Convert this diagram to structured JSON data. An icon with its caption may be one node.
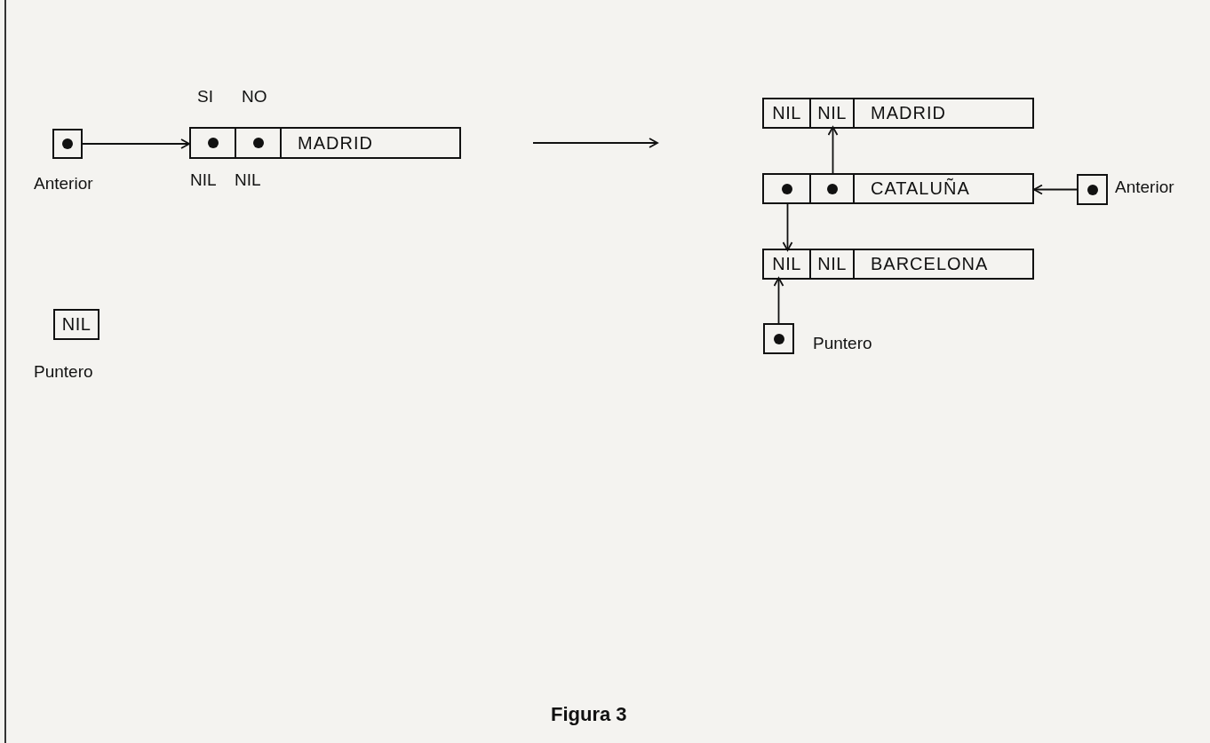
{
  "diagram": {
    "caption": "Figura 3",
    "nodes": [
      {
        "text": [],
        "shape": "box"
      },
      {
        "text": [],
        "shape": "box",
        "in": 0,
        "beside": [
          "SI",
          "NIL"
        ]
      },
      {
        "text": [],
        "shape": "box",
        "in": 0,
        "beside": [
          "NO",
          "NIL"
        ]
      },
      {
        "text": [
          "MADRID"
        ],
        "in": 0
      },
      {
        "text": [],
        "shape": "box",
        "beside": [
          "Anterior"
        ]
      },
      {
        "text": [
          "NIL"
        ],
        "beside": [
          "Puntero"
        ]
      },
      {
        "text": [],
        "shape": "box"
      },
      {
        "text": [
          "NIL"
        ],
        "in": 6
      },
      {
        "text": [
          "NIL"
        ],
        "in": 6
      },
      {
        "text": [
          "MADRID"
        ],
        "in": 6
      },
      {
        "text": [],
        "shape": "box"
      },
      {
        "text": [],
        "shape": "box",
        "in": 10
      },
      {
        "text": [],
        "shape": "box",
        "in": 10
      },
      {
        "text": [
          "CATALUÑA"
        ],
        "in": 10
      },
      {
        "text": [],
        "shape": "box",
        "beside": [
          "Anterior"
        ]
      },
      {
        "text": [],
        "shape": "box"
      },
      {
        "text": [
          "NIL"
        ],
        "in": 15
      },
      {
        "text": [
          "NIL"
        ],
        "in": 15
      },
      {
        "text": [
          "BARCELONA"
        ],
        "in": 15
      },
      {
        "text": [],
        "shape": "box",
        "beside": [
          "Puntero"
        ]
      }
    ],
    "edges": [
      {
        "from": 4,
        "to": 0,
        "arrow": "to"
      },
      {
        "from": 12,
        "to": 8,
        "arrow": "to"
      },
      {
        "from": 11,
        "to": 16,
        "arrow": "to"
      },
      {
        "from": 14,
        "to": 10,
        "arrow": "to"
      },
      {
        "from": 19,
        "to": 16,
        "arrow": "to"
      }
    ]
  }
}
